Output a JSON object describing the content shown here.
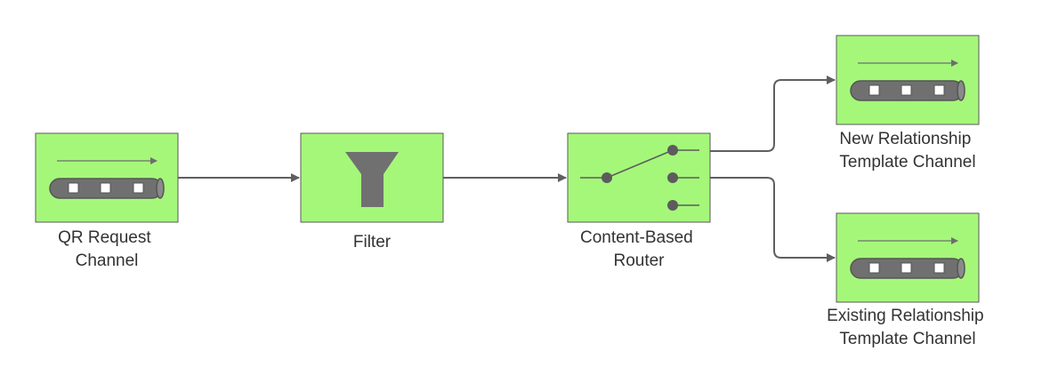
{
  "diagram": {
    "nodes": {
      "qr_request_channel": {
        "label_lines": [
          "QR Request",
          "Channel"
        ]
      },
      "filter": {
        "label_lines": [
          "Filter"
        ]
      },
      "content_based_router": {
        "label_lines": [
          "Content-Based",
          "Router"
        ]
      },
      "new_relationship_template_channel": {
        "label_lines": [
          "New Relationship",
          "Template Channel"
        ]
      },
      "existing_relationship_template_channel": {
        "label_lines": [
          "Existing Relationship",
          "Template Channel"
        ]
      }
    },
    "edges": [
      {
        "from": "qr_request_channel",
        "to": "filter"
      },
      {
        "from": "filter",
        "to": "content_based_router"
      },
      {
        "from": "content_based_router",
        "to": "new_relationship_template_channel"
      },
      {
        "from": "content_based_router",
        "to": "existing_relationship_template_channel"
      }
    ],
    "colors": {
      "node_fill": "#a5f77a",
      "node_border": "#5a5a5a",
      "icon_gray": "#707070",
      "connector": "#5f5f5f",
      "text": "#333333"
    },
    "icons": {
      "channel": "message-channel-icon",
      "filter": "funnel-icon",
      "router": "switch-router-icon"
    }
  }
}
